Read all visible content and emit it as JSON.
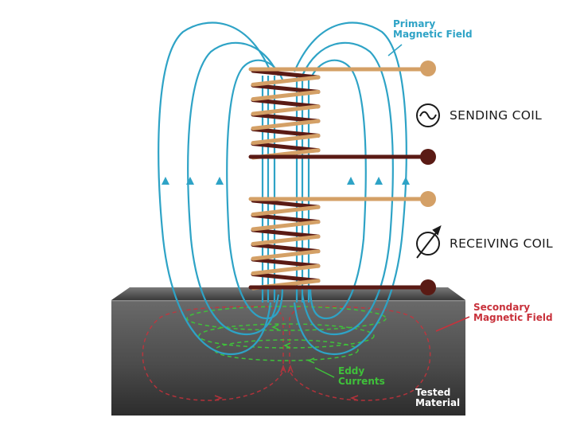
{
  "title": "Eddy current testing probe diagram",
  "labels": {
    "primary_field": [
      "Primary",
      "Magnetic Field"
    ],
    "sending_coil": "SENDING COIL",
    "receiving_coil": "RECEIVING COIL",
    "secondary_field": [
      "Secondary",
      "Magnetic Field"
    ],
    "eddy_currents": [
      "Eddy",
      "Currents"
    ],
    "tested_material": [
      "Tested",
      "Material"
    ]
  },
  "icons": {
    "sending_coil_symbol": "ac-source-icon",
    "receiving_coil_symbol": "meter-icon"
  },
  "colors": {
    "primary_field": "#2ea3c6",
    "secondary_field": "#c8313b",
    "eddy_currents": "#3fc13a",
    "coil_light": "#d4a066",
    "coil_dark": "#5a1a14",
    "material": "#4a4a4a",
    "coil_label": "#1a1a1a"
  }
}
